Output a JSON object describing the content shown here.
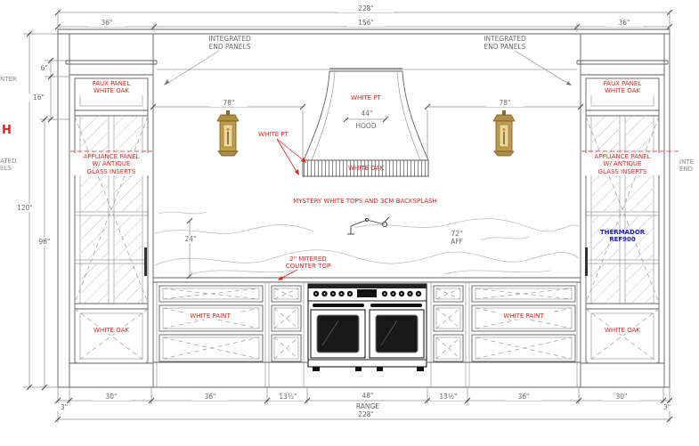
{
  "colors": {
    "annotation_red": "#e0231e",
    "model_blue": "#1c1cd6",
    "line_gray": "#5f5f5f",
    "brass": "#c09a4a"
  },
  "dimensions": {
    "top": {
      "overall": "228\"",
      "left": "36\"",
      "center": "156\"",
      "right": "36\""
    },
    "left": {
      "crown": "6\"",
      "upper": "16\"",
      "total": "120\"",
      "case": "96\""
    },
    "center": {
      "left_span": "78\"",
      "right_span": "78\"",
      "hood_width": "44\"",
      "hood_label": "HOOD",
      "pot_filler_height": "72\"\nAFF",
      "backsplash": "24\""
    },
    "bottom": {
      "filler_left": "3\"",
      "cab_left": "30\"",
      "bank_left": "36\"",
      "spacer_left": "13½\"",
      "range": "48\"",
      "range_label": "RANGE",
      "spacer_right": "13½\"",
      "bank_right": "36\"",
      "cab_right": "30\"",
      "filler_right": "3\"",
      "overall": "228\""
    }
  },
  "annotations": {
    "integrated_left": "INTEGRATED\nEND PANELS",
    "integrated_right": "INTEGRATED\nEND PANELS",
    "faux_left": "FAUX PANEL\nWHITE OAK",
    "faux_right": "FAUX PANEL\nWHITE OAK",
    "appliance_left": "APPLIANCE PANEL\nW/ ANTIQUE\nGLASS INSERTS",
    "appliance_right": "APPLIANCE PANEL\nW/ ANTIQUE\nGLASS INSERTS",
    "hood_paint": "WHITE PT",
    "hood_paint_leader": "WHITE PT",
    "hood_band": "WHITE OAK",
    "countertop_spec": "MYSTERY WHITE TOPS AND 3CM BACKSPLASH",
    "counter_edge": "2\" MITERED\nCOUNTER TOP",
    "drawers_left": "WHITE PAINT",
    "drawers_right": "WHITE PAINT",
    "base_left": "WHITE OAK",
    "base_right": "WHITE OAK",
    "fridge_model": "THERMADOR\nREF900",
    "edge_partial_h": "H",
    "edge_partial_nter": "NTER",
    "edge_partial_left": "ATED\nELS",
    "edge_partial_right": "INTE\nEND"
  }
}
